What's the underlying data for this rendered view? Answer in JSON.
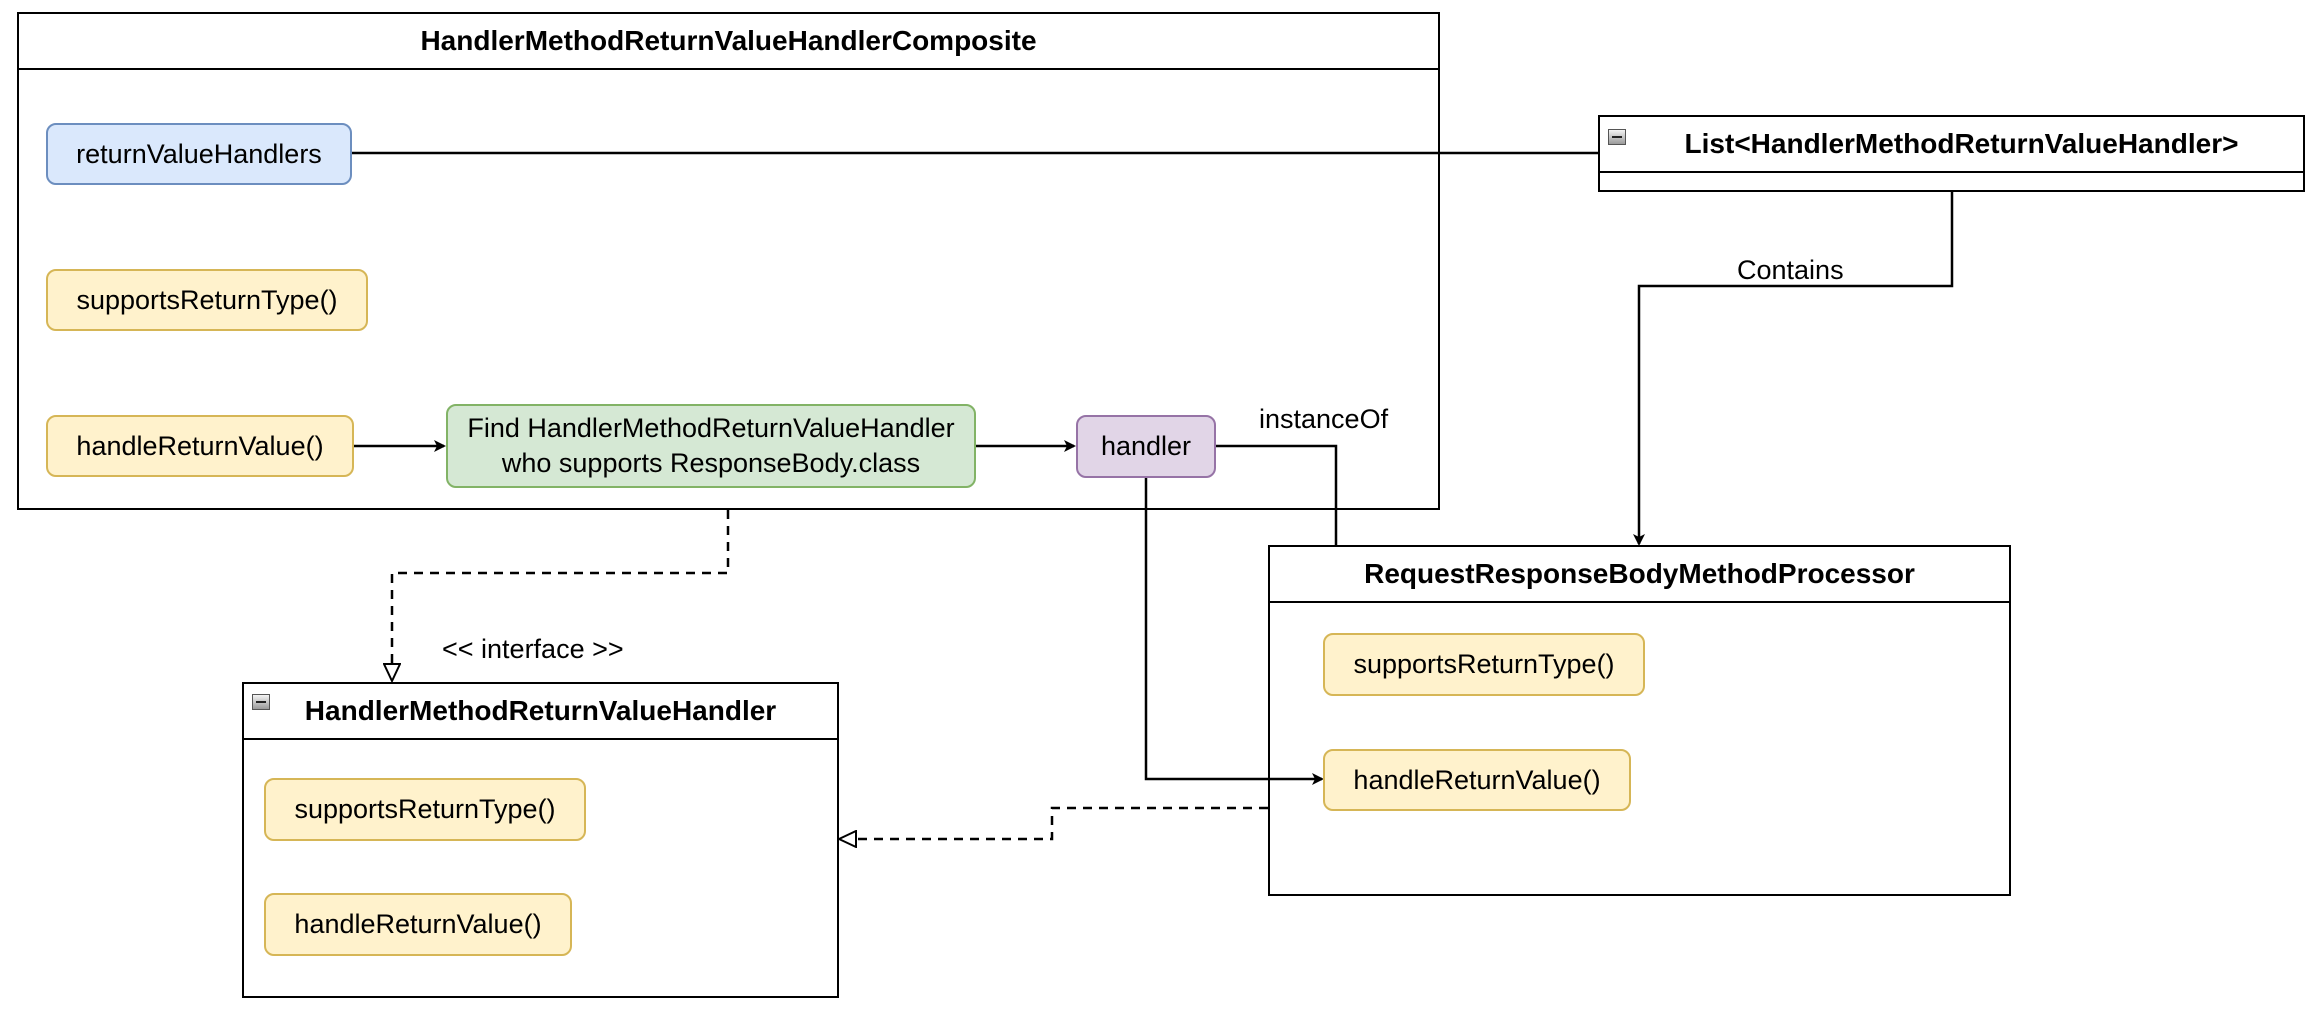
{
  "composite": {
    "title": "HandlerMethodReturnValueHandlerComposite",
    "return_value_handlers": "returnValueHandlers",
    "supports_return_type": "supportsReturnType()",
    "handle_return_value": "handleReturnValue()",
    "find_handler_line1": "Find HandlerMethodReturnValueHandler",
    "find_handler_line2": "who supports ResponseBody.class",
    "handler": "handler"
  },
  "handler_list": {
    "title": "List<HandlerMethodReturnValueHandler>"
  },
  "processor": {
    "title": "RequestResponseBodyMethodProcessor",
    "supports_return_type": "supportsReturnType()",
    "handle_return_value": "handleReturnValue()"
  },
  "interface": {
    "stereotype": "<< interface >>",
    "title": "HandlerMethodReturnValueHandler",
    "supports_return_type": "supportsReturnType()",
    "handle_return_value": "handleReturnValue()"
  },
  "edge_labels": {
    "contains": "Contains",
    "instance_of": "instanceOf"
  }
}
